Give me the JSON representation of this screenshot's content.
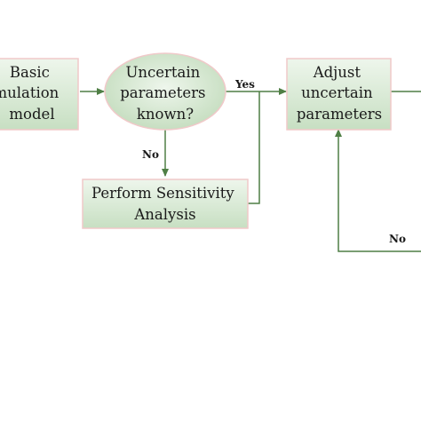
{
  "nodes": {
    "simulation_model": {
      "lines": [
        "Basic",
        "mulation",
        "model"
      ]
    },
    "decision": {
      "lines": [
        "Uncertain",
        "parameters",
        "known?"
      ]
    },
    "adjust": {
      "lines": [
        "Adjust",
        "uncertain",
        "parameters"
      ]
    },
    "sensitivity": {
      "lines": [
        "Perform Sensitivity",
        "Analysis"
      ]
    }
  },
  "edges": {
    "yes_label": "Yes",
    "no_label_down": "No",
    "no_label_return": "No"
  },
  "colors": {
    "box_fill_light": "#eef6ec",
    "box_fill_dark": "#c7dfc2",
    "box_border": "#f0c9c9",
    "arrow": "#4f7f45"
  }
}
